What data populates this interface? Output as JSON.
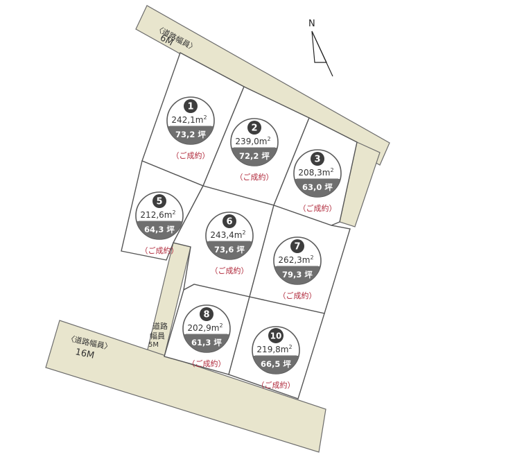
{
  "roads": {
    "north": {
      "label": "〈道路幅員〉",
      "width": "6M"
    },
    "west": {
      "line1": "道路",
      "line2": "幅員",
      "width": "5M"
    },
    "south": {
      "label": "〈道路幅員〉",
      "width": "16M"
    }
  },
  "compass": {
    "label": "N"
  },
  "colors": {
    "road_fill": "#e8e5cd",
    "badge_dark": "#3d3d3d",
    "tsubo_band": "#6f6f6f",
    "status_text": "#b0283a"
  },
  "lots": [
    {
      "number": "1",
      "area": "242,1",
      "unit": "m",
      "sup": "2",
      "tsubo": "73,2",
      "tsubo_unit": "坪",
      "status": "（ご成約）"
    },
    {
      "number": "2",
      "area": "239,0",
      "unit": "m",
      "sup": "2",
      "tsubo": "72,2",
      "tsubo_unit": "坪",
      "status": "（ご成約）"
    },
    {
      "number": "3",
      "area": "208,3",
      "unit": "m",
      "sup": "2",
      "tsubo": "63,0",
      "tsubo_unit": "坪",
      "status": "（ご成約）"
    },
    {
      "number": "5",
      "area": "212,6",
      "unit": "m",
      "sup": "2",
      "tsubo": "64,3",
      "tsubo_unit": "坪",
      "status": "（ご成約）"
    },
    {
      "number": "6",
      "area": "243,4",
      "unit": "m",
      "sup": "2",
      "tsubo": "73,6",
      "tsubo_unit": "坪",
      "status": "（ご成約）"
    },
    {
      "number": "7",
      "area": "262,3",
      "unit": "m",
      "sup": "2",
      "tsubo": "79,3",
      "tsubo_unit": "坪",
      "status": "（ご成約）"
    },
    {
      "number": "8",
      "area": "202,9",
      "unit": "m",
      "sup": "2",
      "tsubo": "61,3",
      "tsubo_unit": "坪",
      "status": "（ご成約）"
    },
    {
      "number": "10",
      "area": "219,8",
      "unit": "m",
      "sup": "2",
      "tsubo": "66,5",
      "tsubo_unit": "坪",
      "status": "（ご成約）"
    }
  ]
}
